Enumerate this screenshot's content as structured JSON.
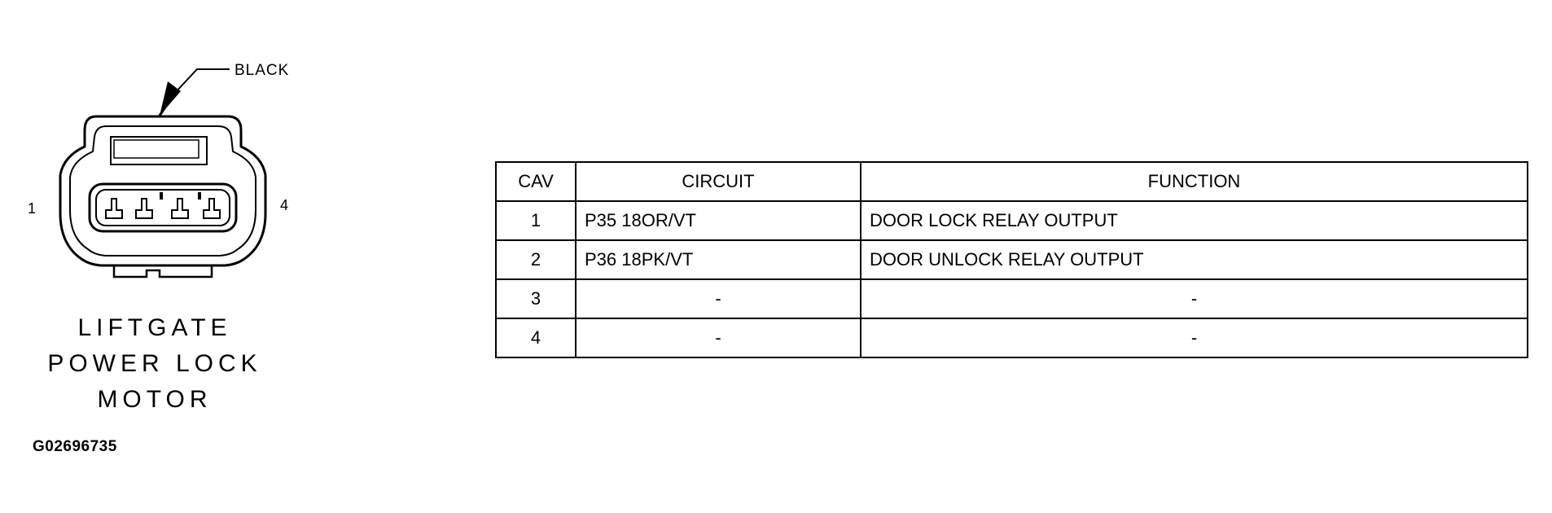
{
  "connector": {
    "color": "BLACK",
    "pin_left": "1",
    "pin_right": "4",
    "name_lines": [
      "LIFTGATE",
      "POWER LOCK",
      "MOTOR"
    ]
  },
  "figure_id": "G02696735",
  "table": {
    "headers": [
      "CAV",
      "CIRCUIT",
      "FUNCTION"
    ],
    "rows": [
      {
        "cav": "1",
        "circuit": "P35 18OR/VT",
        "function": "DOOR LOCK RELAY OUTPUT"
      },
      {
        "cav": "2",
        "circuit": "P36 18PK/VT",
        "function": "DOOR UNLOCK RELAY OUTPUT"
      },
      {
        "cav": "3",
        "circuit": "-",
        "function": "-"
      },
      {
        "cav": "4",
        "circuit": "-",
        "function": "-"
      }
    ]
  }
}
